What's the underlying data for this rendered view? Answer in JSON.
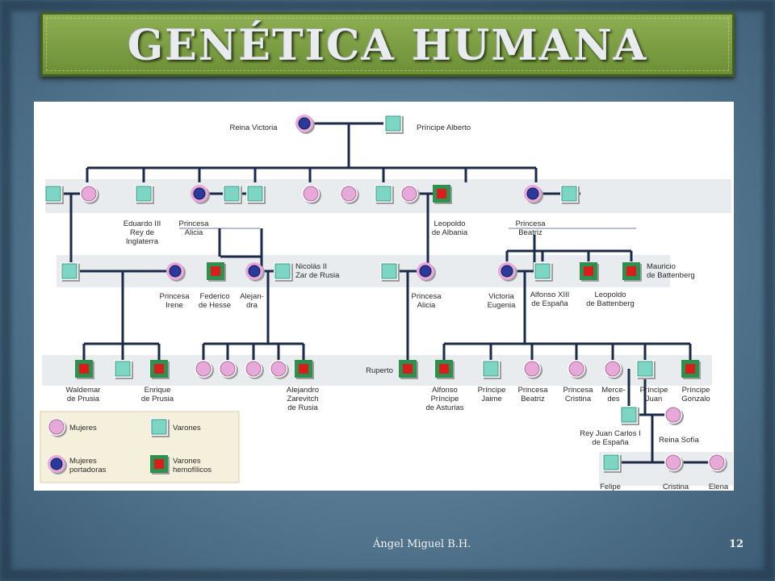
{
  "slide": {
    "title": "GENÉTICA HUMANA",
    "author": "Ángel Miguel B.H.",
    "page_number": "12"
  },
  "colors": {
    "female": "#e6a9d8",
    "carrier": "#2a3a99",
    "male": "#7dd6c3",
    "hemophiliac": "#d91c1c",
    "line": "#1b2a48"
  },
  "diagram": {
    "labels": {
      "reina_victoria": "Reina Victoria",
      "principe_alberto": "Príncipe Alberto",
      "eduardo_iii": "Eduardo III\nRey de\nInglaterra",
      "princesa_alicia_1": "Princesa\nAlicia",
      "leopoldo_albania": "Leopoldo\nde Albania",
      "princesa_beatriz_1": "Princesa\nBeatriz",
      "nicolas_ii": "Nicolás II\nZar de Rusia",
      "mauricio": "Mauricio\nde Battenberg",
      "princesa_irene": "Princesa\nIrene",
      "federico_hesse": "Federico\nde Hesse",
      "alejandra": "Alejan-\ndra",
      "princesa_alicia_2": "Princesa\nAlicia",
      "victoria_eugenia": "Victoria\nEugenia",
      "alfonso_xiii": "Alfonso XIII\nde España",
      "leopoldo_battenberg": "Leopoldo\nde Battenberg",
      "waldemar": "Waldemar\nde Prusia",
      "enrique": "Enrique\nde Prusia",
      "alejandro": "Alejandro\nZarevitch\nde Rusia",
      "ruperto": "Ruperto",
      "alfonso_asturias": "Alfonso\nPríncipe\nde Asturias",
      "jaime": "Príncipe\nJaime",
      "princesa_beatriz_2": "Princesa\nBeatriz",
      "cristina_1": "Princesa\nCristina",
      "mercedes": "Merce-\ndes",
      "juan": "Príncipe\nJuan",
      "gonzalo": "Príncipe\nGonzalo",
      "juan_carlos": "Rey Juan Carlos I\nde España",
      "reina_sofia": "Reina Sofía",
      "felipe": "Felipe",
      "cristina_2": "Cristina",
      "elena": "Elena"
    },
    "legend": {
      "mujeres": "Mujeres",
      "varones": "Varones",
      "portadoras": "Mujeres\nportadoras",
      "hemofilicos": "Varones\nhemofílicos"
    }
  }
}
